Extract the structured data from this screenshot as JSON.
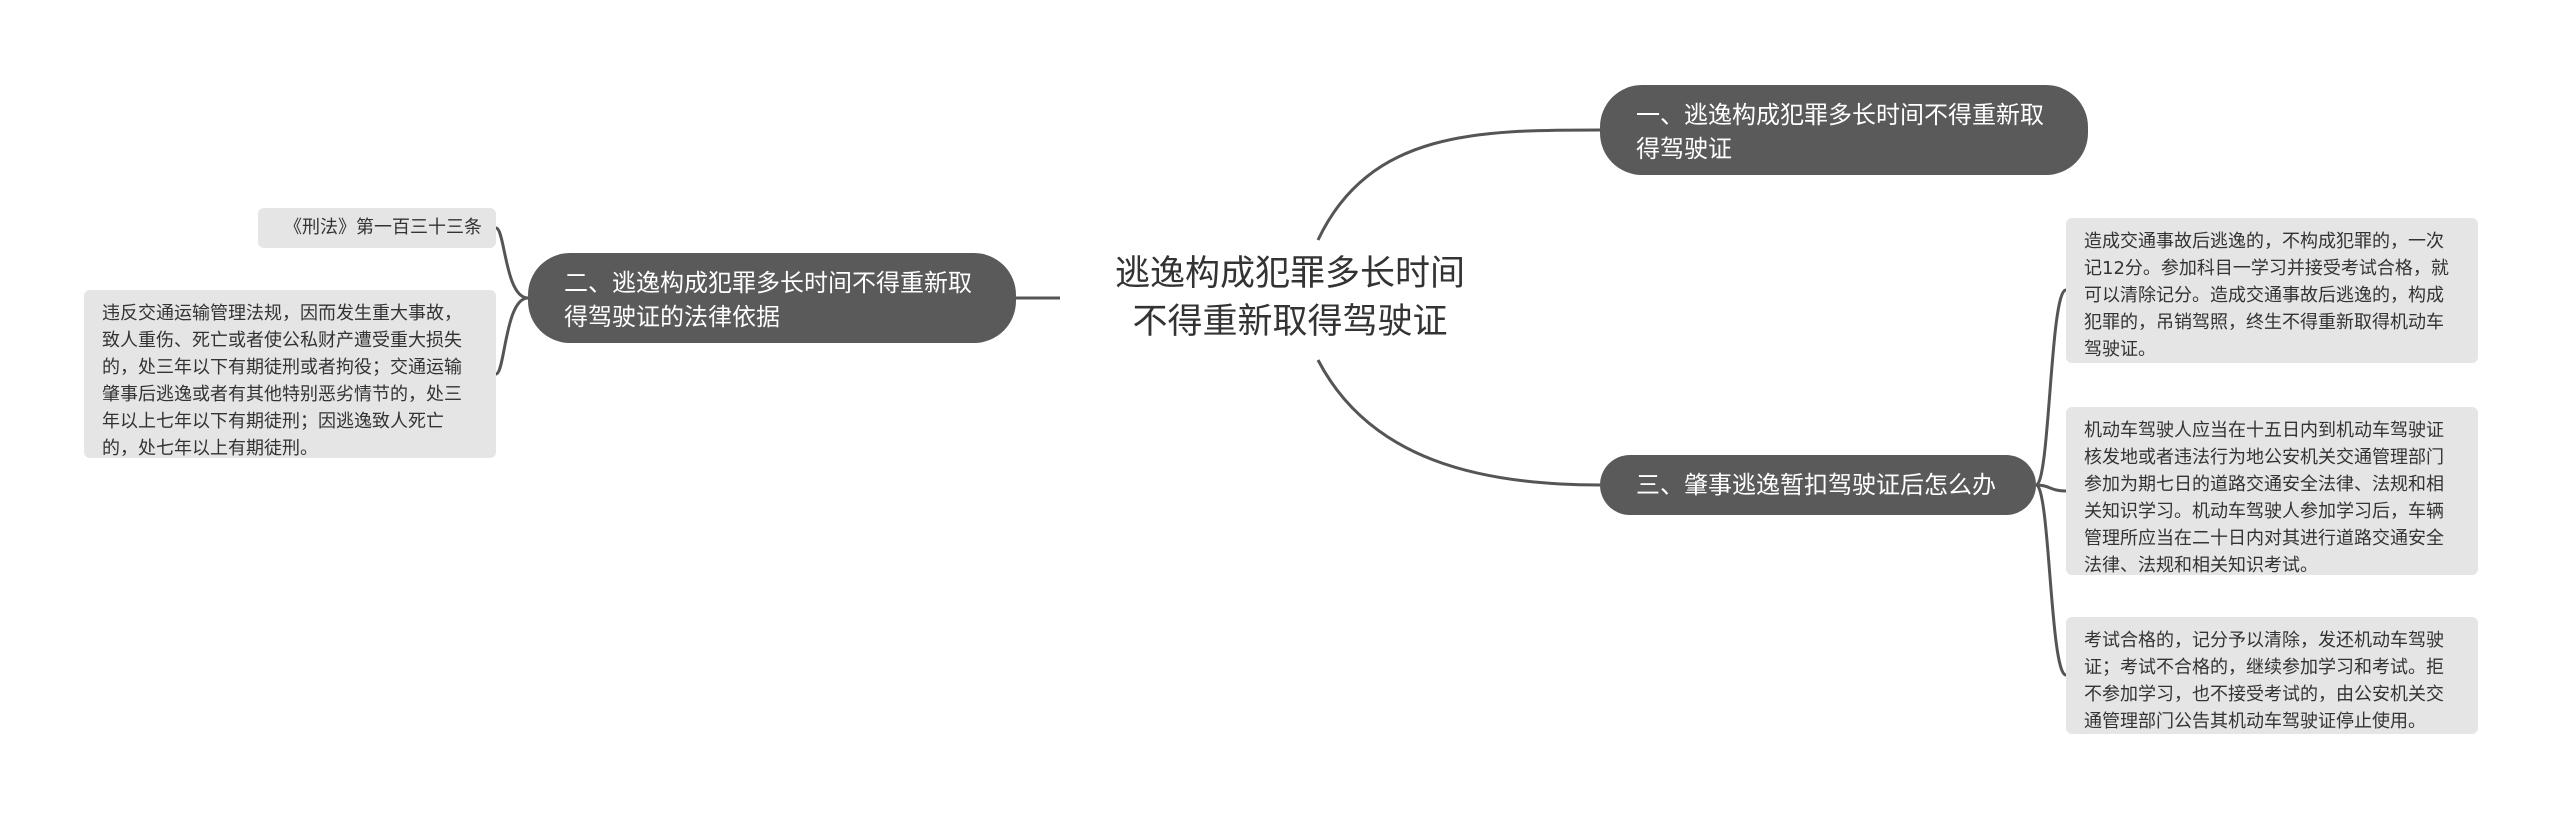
{
  "root": {
    "title": "逃逸构成犯罪多长时间不得重新取得驾驶证"
  },
  "branches": [
    {
      "label": "一、逃逸构成犯罪多长时间不得重新取得驾驶证"
    },
    {
      "label": "二、逃逸构成犯罪多长时间不得重新取得驾驶证的法律依据"
    },
    {
      "label": "三、肇事逃逸暂扣驾驶证后怎么办"
    }
  ],
  "leaves": [
    {
      "text": "《刑法》第一百三十三条"
    },
    {
      "text": "违反交通运输管理法规，因而发生重大事故，致人重伤、死亡或者使公私财产遭受重大损失的，处三年以下有期徒刑或者拘役；交通运输肇事后逃逸或者有其他特别恶劣情节的，处三年以上七年以下有期徒刑；因逃逸致人死亡的，处七年以上有期徒刑。"
    },
    {
      "text": "造成交通事故后逃逸的，不构成犯罪的，一次记12分。参加科目一学习并接受考试合格，就可以清除记分。造成交通事故后逃逸的，构成犯罪的，吊销驾照，终生不得重新取得机动车驾驶证。"
    },
    {
      "text": "机动车驾驶人应当在十五日内到机动车驾驶证核发地或者违法行为地公安机关交通管理部门参加为期七日的道路交通安全法律、法规和相关知识学习。机动车驾驶人参加学习后，车辆管理所应当在二十日内对其进行道路交通安全法律、法规和相关知识考试。"
    },
    {
      "text": "考试合格的，记分予以清除，发还机动车驾驶证；考试不合格的，继续参加学习和考试。拒不参加学习，也不接受考试的，由公安机关交通管理部门公告其机动车驾驶证停止使用。"
    }
  ],
  "colors": {
    "branch_fill": "#5a5a5a",
    "leaf_fill": "#e5e5e5",
    "line": "#555555",
    "root_text": "#333333"
  }
}
